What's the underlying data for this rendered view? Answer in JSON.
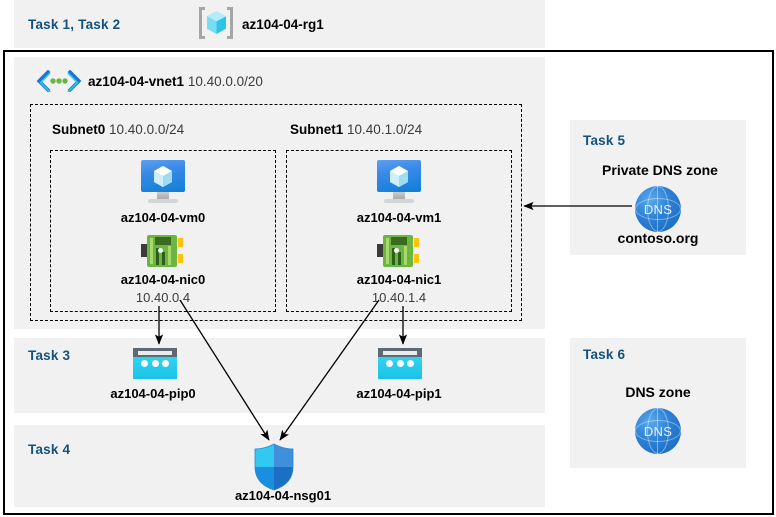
{
  "diagram": {
    "title": "az104-04-rg1",
    "header": {
      "task_label": "Task 1, Task 2",
      "rg_icon": "resource-group-icon",
      "rg_name": "az104-04-rg1"
    },
    "vnet": {
      "icon": "virtual-network-icon",
      "name": "az104-04-vnet1",
      "cidr": "10.40.0.0/20"
    },
    "subnets": [
      {
        "name": "Subnet0",
        "cidr": "10.40.0.0/24",
        "vm": {
          "icon": "virtual-machine-icon",
          "name": "az104-04-vm0"
        },
        "nic": {
          "icon": "network-interface-icon",
          "name": "az104-04-nic0",
          "ip": "10.40.0.4"
        }
      },
      {
        "name": "Subnet1",
        "cidr": "10.40.1.0/24",
        "vm": {
          "icon": "virtual-machine-icon",
          "name": "az104-04-vm1"
        },
        "nic": {
          "icon": "network-interface-icon",
          "name": "az104-04-nic1",
          "ip": "10.40.1.4"
        }
      }
    ],
    "task3": {
      "task_label": "Task 3",
      "pips": [
        {
          "icon": "public-ip-address-icon",
          "name": "az104-04-pip0"
        },
        {
          "icon": "public-ip-address-icon",
          "name": "az104-04-pip1"
        }
      ]
    },
    "task4": {
      "task_label": "Task 4",
      "nsg": {
        "icon": "network-security-group-icon",
        "name": "az104-04-nsg01"
      }
    },
    "task5": {
      "task_label": "Task 5",
      "heading": "Private DNS zone",
      "icon": "dns-zone-icon",
      "icon_text": "DNS",
      "zone_name": "contoso.org"
    },
    "task6": {
      "task_label": "Task 6",
      "heading": "DNS zone",
      "icon": "dns-zone-icon",
      "icon_text": "DNS"
    },
    "colors": {
      "task_label": "#12527d",
      "panel_bg": "#f1f1f1",
      "page_bg": "#ffffff",
      "border": "#000000",
      "azure_blue": "#0f7fd4",
      "nic_green": "#6bb545",
      "pip_cyan": "#19c3e6"
    }
  }
}
